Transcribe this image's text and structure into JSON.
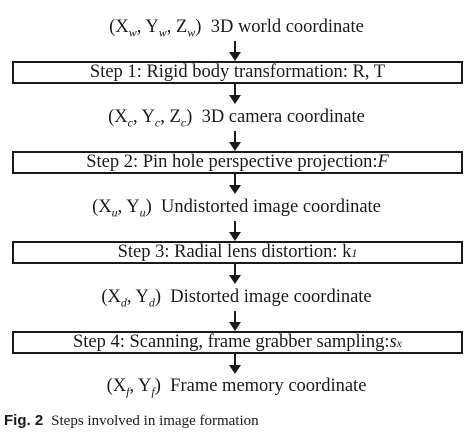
{
  "coordinates": [
    {
      "open": "(",
      "v1": "X",
      "s1": "w",
      "sep1": ", ",
      "v2": "Y",
      "s2": "w",
      "sep2": ", ",
      "v3": "Z",
      "s3": "w",
      "close": ")",
      "label": "3D world coordinate"
    },
    {
      "open": "(",
      "v1": "X",
      "s1": "c",
      "sep1": ", ",
      "v2": "Y",
      "s2": "c",
      "sep2": ", ",
      "v3": "Z",
      "s3": "c",
      "close": ")",
      "label": "3D camera coordinate"
    },
    {
      "open": "(",
      "v1": "X",
      "s1": "u",
      "sep1": ", ",
      "v2": "Y",
      "s2": "u",
      "close": ")",
      "label": "Undistorted image coordinate"
    },
    {
      "open": "(",
      "v1": "X",
      "s1": "d",
      "sep1": ", ",
      "v2": "Y",
      "s2": "d",
      "close": ")",
      "label": "Distorted image coordinate"
    },
    {
      "open": "(",
      "v1": "X",
      "s1": "f",
      "sep1": ", ",
      "v2": "Y",
      "s2": "f",
      "close": ")",
      "label": "Frame memory coordinate"
    }
  ],
  "steps": [
    {
      "text": "Step 1: Rigid body transformation: R, T",
      "symbol": ""
    },
    {
      "text": "Step 2: Pin hole perspective projection: ",
      "symbol": "F"
    },
    {
      "text": "Step 3: Radial lens distortion: k",
      "symbol": "",
      "sub": "1"
    },
    {
      "text": "Step 4: Scanning, frame grabber sampling: ",
      "symbol": "s",
      "sub": "x"
    }
  ],
  "caption": {
    "label": "Fig. 2",
    "text": "Steps involved in image formation"
  }
}
